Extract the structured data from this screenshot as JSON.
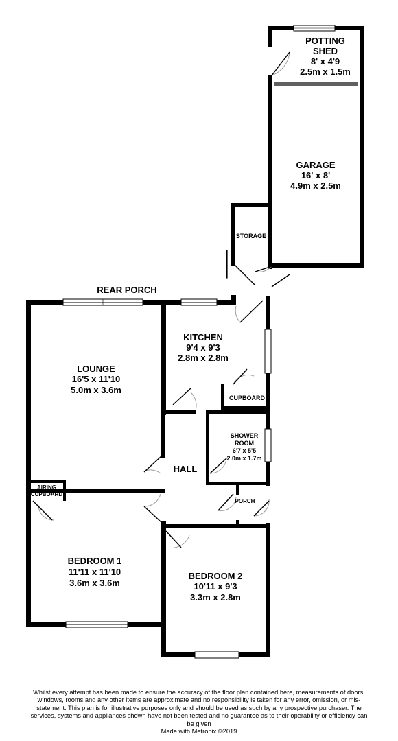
{
  "rooms": {
    "potting_shed": {
      "name": "POTTING SHED",
      "name_line1": "POTTING",
      "name_line2": "SHED",
      "imperial": "8' x 4'9",
      "metric": "2.5m x 1.5m"
    },
    "garage": {
      "name": "GARAGE",
      "imperial": "16' x 8'",
      "metric": "4.9m x 2.5m"
    },
    "storage": {
      "name": "STORAGE"
    },
    "rear_porch": {
      "name": "REAR PORCH"
    },
    "kitchen": {
      "name": "KITCHEN",
      "imperial": "9'4 x 9'3",
      "metric": "2.8m x 2.8m"
    },
    "lounge": {
      "name": "LOUNGE",
      "imperial": "16'5 x 11'10",
      "metric": "5.0m x 3.6m"
    },
    "cupboard": {
      "name": "CUPBOARD"
    },
    "shower_room": {
      "name": "SHOWER ROOM",
      "name_line1": "SHOWER",
      "name_line2": "ROOM",
      "imperial": "6'7 x 5'5",
      "metric": "2.0m x 1.7m"
    },
    "hall": {
      "name": "HALL"
    },
    "airing_cupboard": {
      "name": "AIRING CUPBOARD",
      "name_line1": "AIRING",
      "name_line2": "CUPBOARD"
    },
    "porch": {
      "name": "PORCH"
    },
    "bedroom1": {
      "name": "BEDROOM 1",
      "imperial": "11'11 x 11'10",
      "metric": "3.6m x 3.6m"
    },
    "bedroom2": {
      "name": "BEDROOM 2",
      "imperial": "10'11 x 9'3",
      "metric": "3.3m x 2.8m"
    }
  },
  "disclaimer": {
    "text": "Whilst every attempt has been made to ensure the accuracy of the floor plan contained here, measurements of doors, windows, rooms and any other items are approximate and no responsibility is taken for any error, omission, or mis-statement. This plan is for illustrative purposes only and should be used as such by any prospective purchaser. The services, systems and appliances shown have not been tested and no guarantee as to their operability or efficiency can be given",
    "credit": "Made with Metropix ©2019"
  }
}
